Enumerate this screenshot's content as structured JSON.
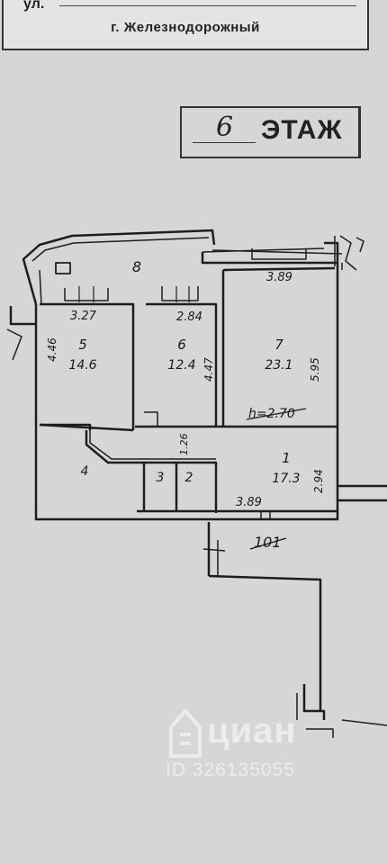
{
  "header": {
    "street_label": "ул.",
    "city": "г. Железнодорожный"
  },
  "floor": {
    "number": "6",
    "word": "ЭТАЖ"
  },
  "rooms": [
    {
      "id": "1",
      "area": "17.3"
    },
    {
      "id": "2",
      "area": ""
    },
    {
      "id": "3",
      "area": ""
    },
    {
      "id": "4",
      "area": ""
    },
    {
      "id": "5",
      "area": "14.6"
    },
    {
      "id": "6",
      "area": "12.4"
    },
    {
      "id": "7",
      "area": "23.1"
    },
    {
      "id": "8",
      "area": ""
    }
  ],
  "dimensions": {
    "room5_width": "3.27",
    "room5_depth": "4.46",
    "room6_width": "2.84",
    "room6_depth": "4.47",
    "room7_width": "3.89",
    "room7_depth": "5.95",
    "hall_width": "3.89",
    "hall_depth": "2.94",
    "corridor": "1.26",
    "ceiling_height": "h=2.70"
  },
  "total_area": "101",
  "watermark": {
    "brand": "циан",
    "listing_id": "ID 326135055",
    "logo": "cian-house-logo"
  }
}
